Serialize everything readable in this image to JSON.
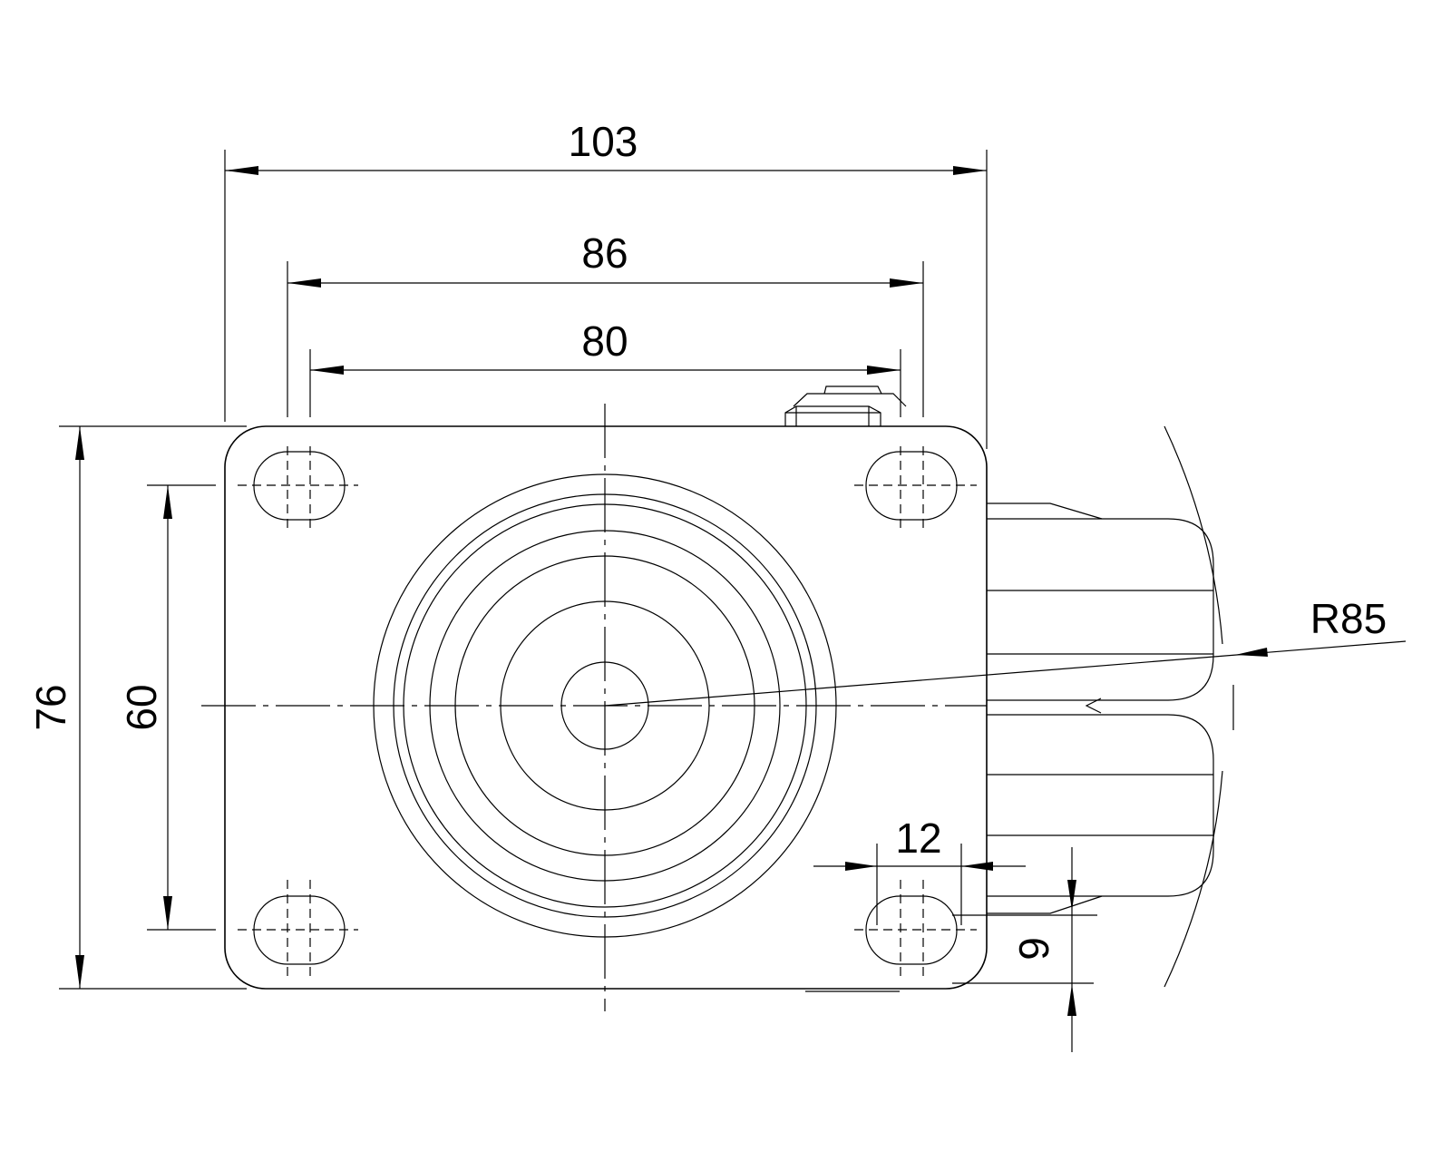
{
  "title": "Swivel castor plate — top view dimensions",
  "colors": {
    "line": "#000000",
    "background": "#ffffff"
  },
  "dimensions": {
    "overall_width": "103",
    "hole_spacing_outer": "86",
    "hole_spacing_inner": "80",
    "overall_height": "76",
    "hole_spacing_vertical": "60",
    "slot_length": "12",
    "slot_width": "9",
    "swivel_radius": "R85"
  }
}
